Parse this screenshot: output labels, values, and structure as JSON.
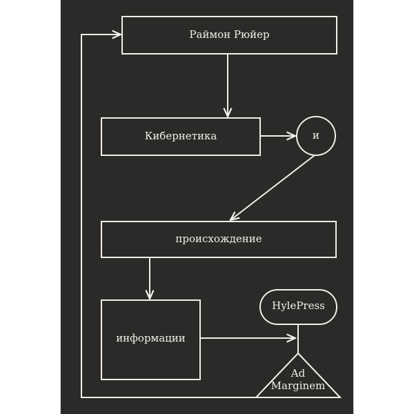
{
  "book": {
    "author": "Раймон Рюйер",
    "title_word1": "Кибернетика",
    "title_word2": "и",
    "title_word3": "происхождение",
    "title_word4": "информации",
    "publisher1": "HylePress",
    "publisher2_line1": "Ad",
    "publisher2_line2": "Marginem"
  },
  "colors": {
    "background": "#2b2a28",
    "lines": "#f2f0ea"
  }
}
